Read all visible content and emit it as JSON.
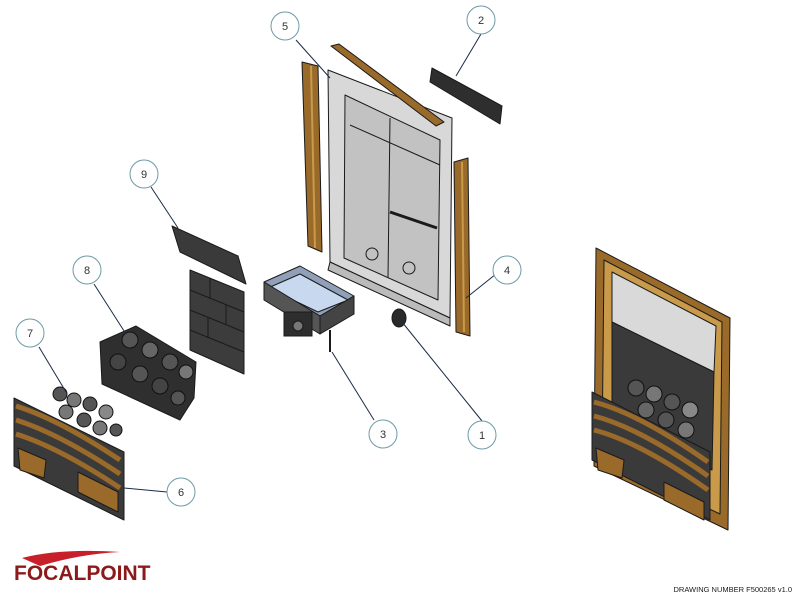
{
  "callouts": [
    {
      "number": "1"
    },
    {
      "number": "2"
    },
    {
      "number": "3"
    },
    {
      "number": "4"
    },
    {
      "number": "5"
    },
    {
      "number": "6"
    },
    {
      "number": "7"
    },
    {
      "number": "8"
    },
    {
      "number": "9"
    }
  ],
  "logo": {
    "text": "FOCALPOINT",
    "accent_color": "#c8202a",
    "text_color": "#8b1a1a"
  },
  "drawing_number": "DRAWING NUMBER F500265 v1.0",
  "colors": {
    "wood": "#9a6a2a",
    "wood_light": "#c89a4a",
    "metal": "#d9d9d9",
    "panel_dark": "#3a3a3a",
    "callout_ring": "#6f9aa6"
  }
}
